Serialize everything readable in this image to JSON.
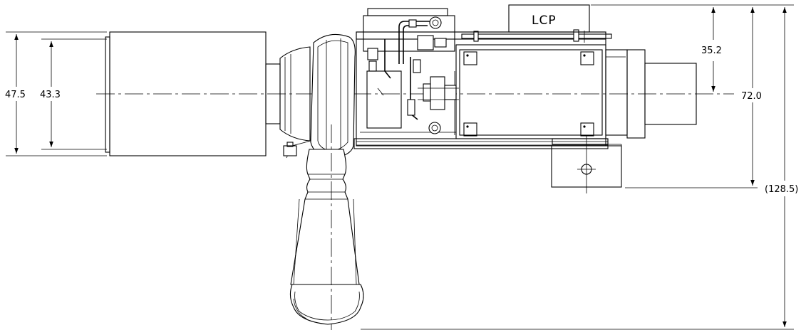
{
  "labels": {
    "lcp": "LCP"
  },
  "dimensions": {
    "left_outer": "47.5",
    "left_inner": "43.3",
    "right_upper": "35.2",
    "right_mid": "72.0",
    "right_overall": "(128.5)"
  }
}
